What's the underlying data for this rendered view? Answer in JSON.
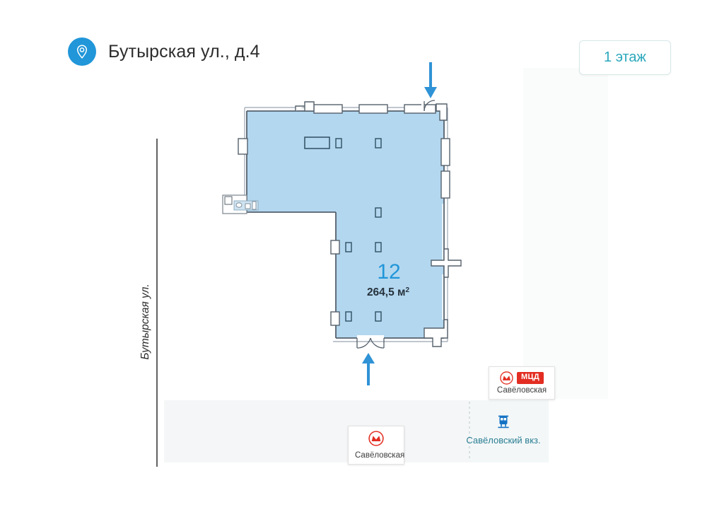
{
  "header": {
    "title": "Бутырская ул., д.4",
    "pin_icon": "map-pin-icon",
    "accent_color": "#2196d9"
  },
  "floor_selector": {
    "label": "1 этаж",
    "text_color": "#2aa8bb",
    "border_color": "#d7e7e8"
  },
  "street_label": {
    "text": "Бутырская ул."
  },
  "unit": {
    "number": "12",
    "number_color": "#2196d9",
    "area": "264,5 м",
    "area_superscript": "2"
  },
  "pois": [
    {
      "id": "mcd-savelovskaya",
      "badge": "МЦД",
      "label": "Савёловская",
      "metro_icon": "metro-m-icon",
      "badge_color": "#e32d22"
    },
    {
      "id": "metro-savelovskaya",
      "label": "Савёловская",
      "metro_icon": "metro-m-icon"
    },
    {
      "id": "rail-savelovsky",
      "label": "Савёловский вкз.",
      "rail_icon": "train-icon",
      "label_color": "#2b7f93"
    }
  ],
  "floorplan": {
    "fill_color": "#b3d7ef",
    "wall_color": "#55606b",
    "entrance_arrow_color": "#2f93d6",
    "entrances": [
      {
        "id": "north-entrance",
        "direction": "down"
      },
      {
        "id": "south-entrance",
        "direction": "up"
      }
    ]
  }
}
